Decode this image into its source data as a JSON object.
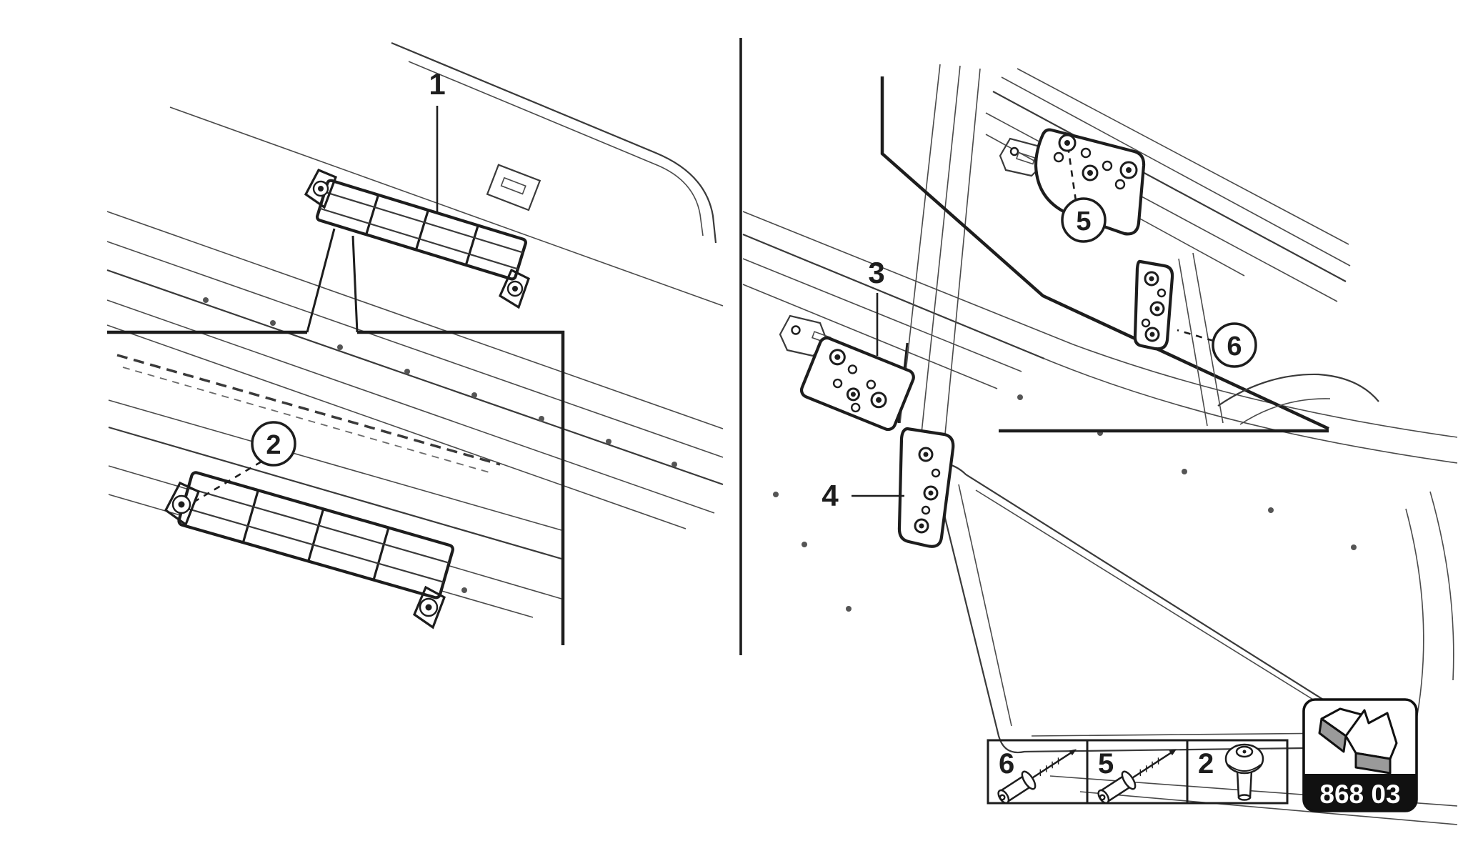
{
  "page": {
    "background": "#ffffff",
    "line_color": "#1d1d1d",
    "accent_gray": "#9a9a9a",
    "badge_bg": "#111111"
  },
  "diagram": {
    "callouts": {
      "c1": "1",
      "c2": "2",
      "c3": "3",
      "c4": "4",
      "c5": "5",
      "c6": "6"
    }
  },
  "legend": {
    "items": [
      {
        "ref": "6",
        "icon": "blind-rivet-icon"
      },
      {
        "ref": "5",
        "icon": "blind-rivet-icon"
      },
      {
        "ref": "2",
        "icon": "pan-head-screw-icon"
      }
    ]
  },
  "part_group_badge": {
    "code": "868 03",
    "icon": "section-arrow-icon"
  }
}
